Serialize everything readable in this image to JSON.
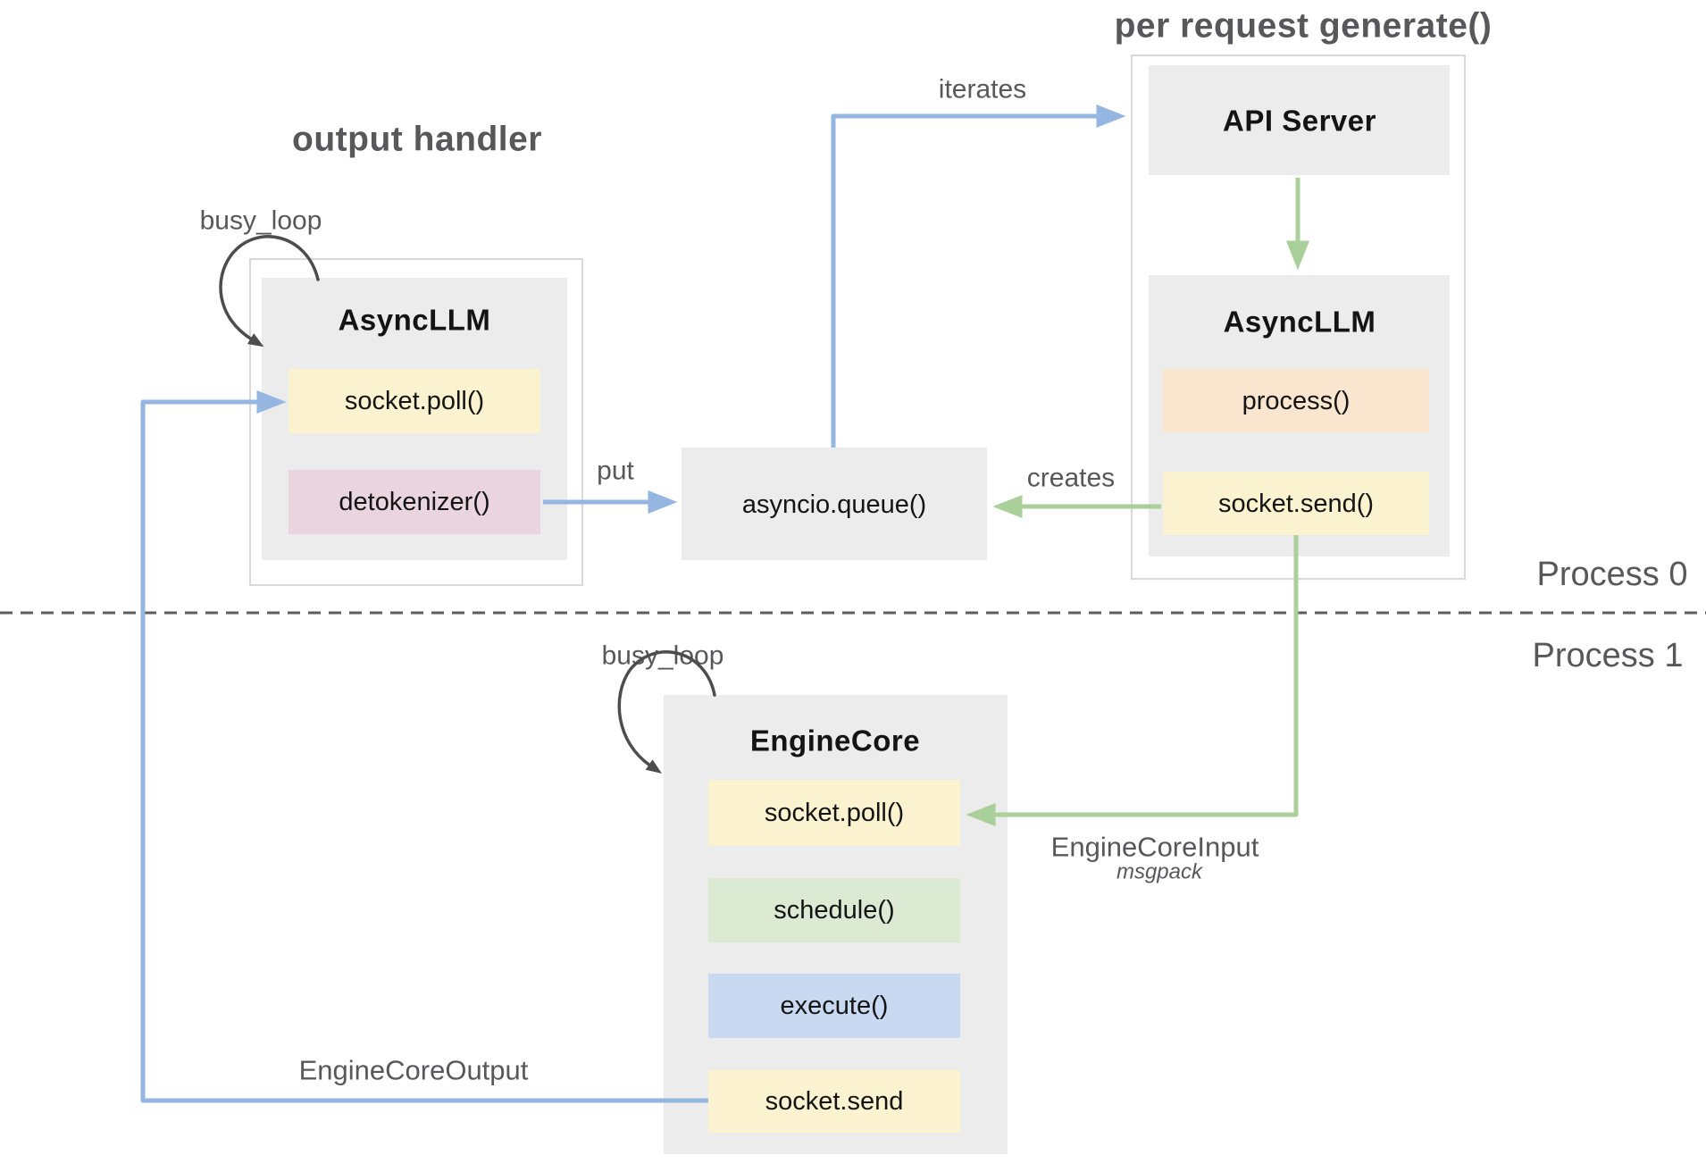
{
  "titles": {
    "output_handler": "output handler",
    "per_request": "per request generate()"
  },
  "labels": {
    "busy_loop_top": "busy_loop",
    "busy_loop_bottom": "busy_loop",
    "iterates": "iterates",
    "put": "put",
    "creates": "creates",
    "engine_core_input": "EngineCoreInput",
    "engine_core_input_format": "msgpack",
    "engine_core_output": "EngineCoreOutput",
    "process_0": "Process 0",
    "process_1": "Process 1"
  },
  "nodes": {
    "async_llm_left": {
      "title": "AsyncLLM",
      "socket_poll": "socket.poll()",
      "detokenizer": "detokenizer()"
    },
    "asyncio_queue": {
      "title": "asyncio.queue()"
    },
    "api_server": {
      "title": "API Server"
    },
    "async_llm_right": {
      "title": "AsyncLLM",
      "process": "process()",
      "socket_send": "socket.send()"
    },
    "engine_core": {
      "title": "EngineCore",
      "socket_poll": "socket.poll()",
      "schedule": "schedule()",
      "execute": "execute()",
      "socket_send": "socket.send"
    }
  },
  "colors": {
    "yellow": "#FBF2CF",
    "pink": "#E9D4DF",
    "orange": "#FAE6CF",
    "green": "#DCEAD4",
    "blue": "#C9D9F2",
    "panel": "#ECECEC",
    "container_border": "#D9D9D9",
    "blue_arrow": "#94B6E1",
    "green_arrow": "#A9CF9B",
    "loop_arrow": "#4D4D4D",
    "label": "#58585A",
    "dash": "#5E5E5E",
    "text": "#141414"
  }
}
